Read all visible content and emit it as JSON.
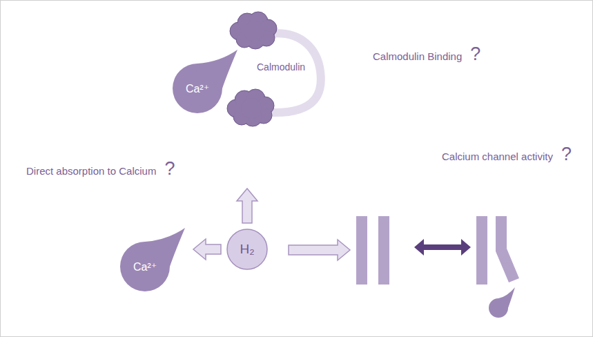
{
  "diagram": {
    "nodes": [
      {
        "text": [
          "H₂"
        ]
      },
      {
        "text": [
          "Ca²⁺"
        ]
      },
      {
        "text": [
          "Ca²⁺"
        ]
      },
      {
        "text": [
          "Calmodulin"
        ]
      }
    ],
    "edges": [
      {
        "from": 0,
        "to": 1,
        "arrow": "to"
      },
      {
        "from": 0,
        "to": 3,
        "arrow": "to"
      }
    ],
    "labels": [
      "Direct absorption to Calcium",
      "?",
      "Calmodulin Binding",
      "?",
      "Calcium channel activity",
      "?"
    ]
  }
}
